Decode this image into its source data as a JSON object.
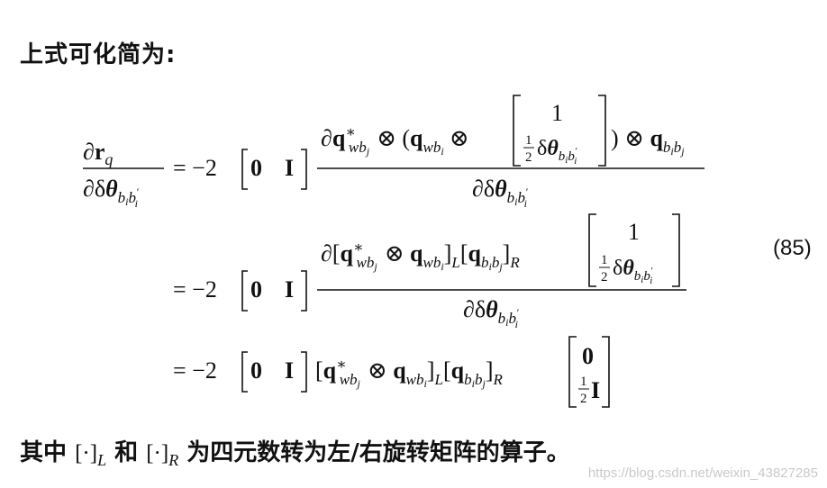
{
  "document": {
    "intro_text": "上式可化简为:",
    "equation_number": "(85)",
    "footer": {
      "part1": "其中",
      "op_left": "[·]",
      "op_left_sub": "L",
      "part2": "和",
      "op_right": "[·]",
      "op_right_sub": "R",
      "part3": "为四元数转为左/右旋转矩阵的算子。"
    },
    "watermark": "https://blog.csdn.net/weixin_43827285"
  },
  "equation": {
    "coefficient": "= −2",
    "block_zero": "0",
    "block_identity": "I",
    "half_one": "1",
    "half_two": "2",
    "one": "1"
  }
}
